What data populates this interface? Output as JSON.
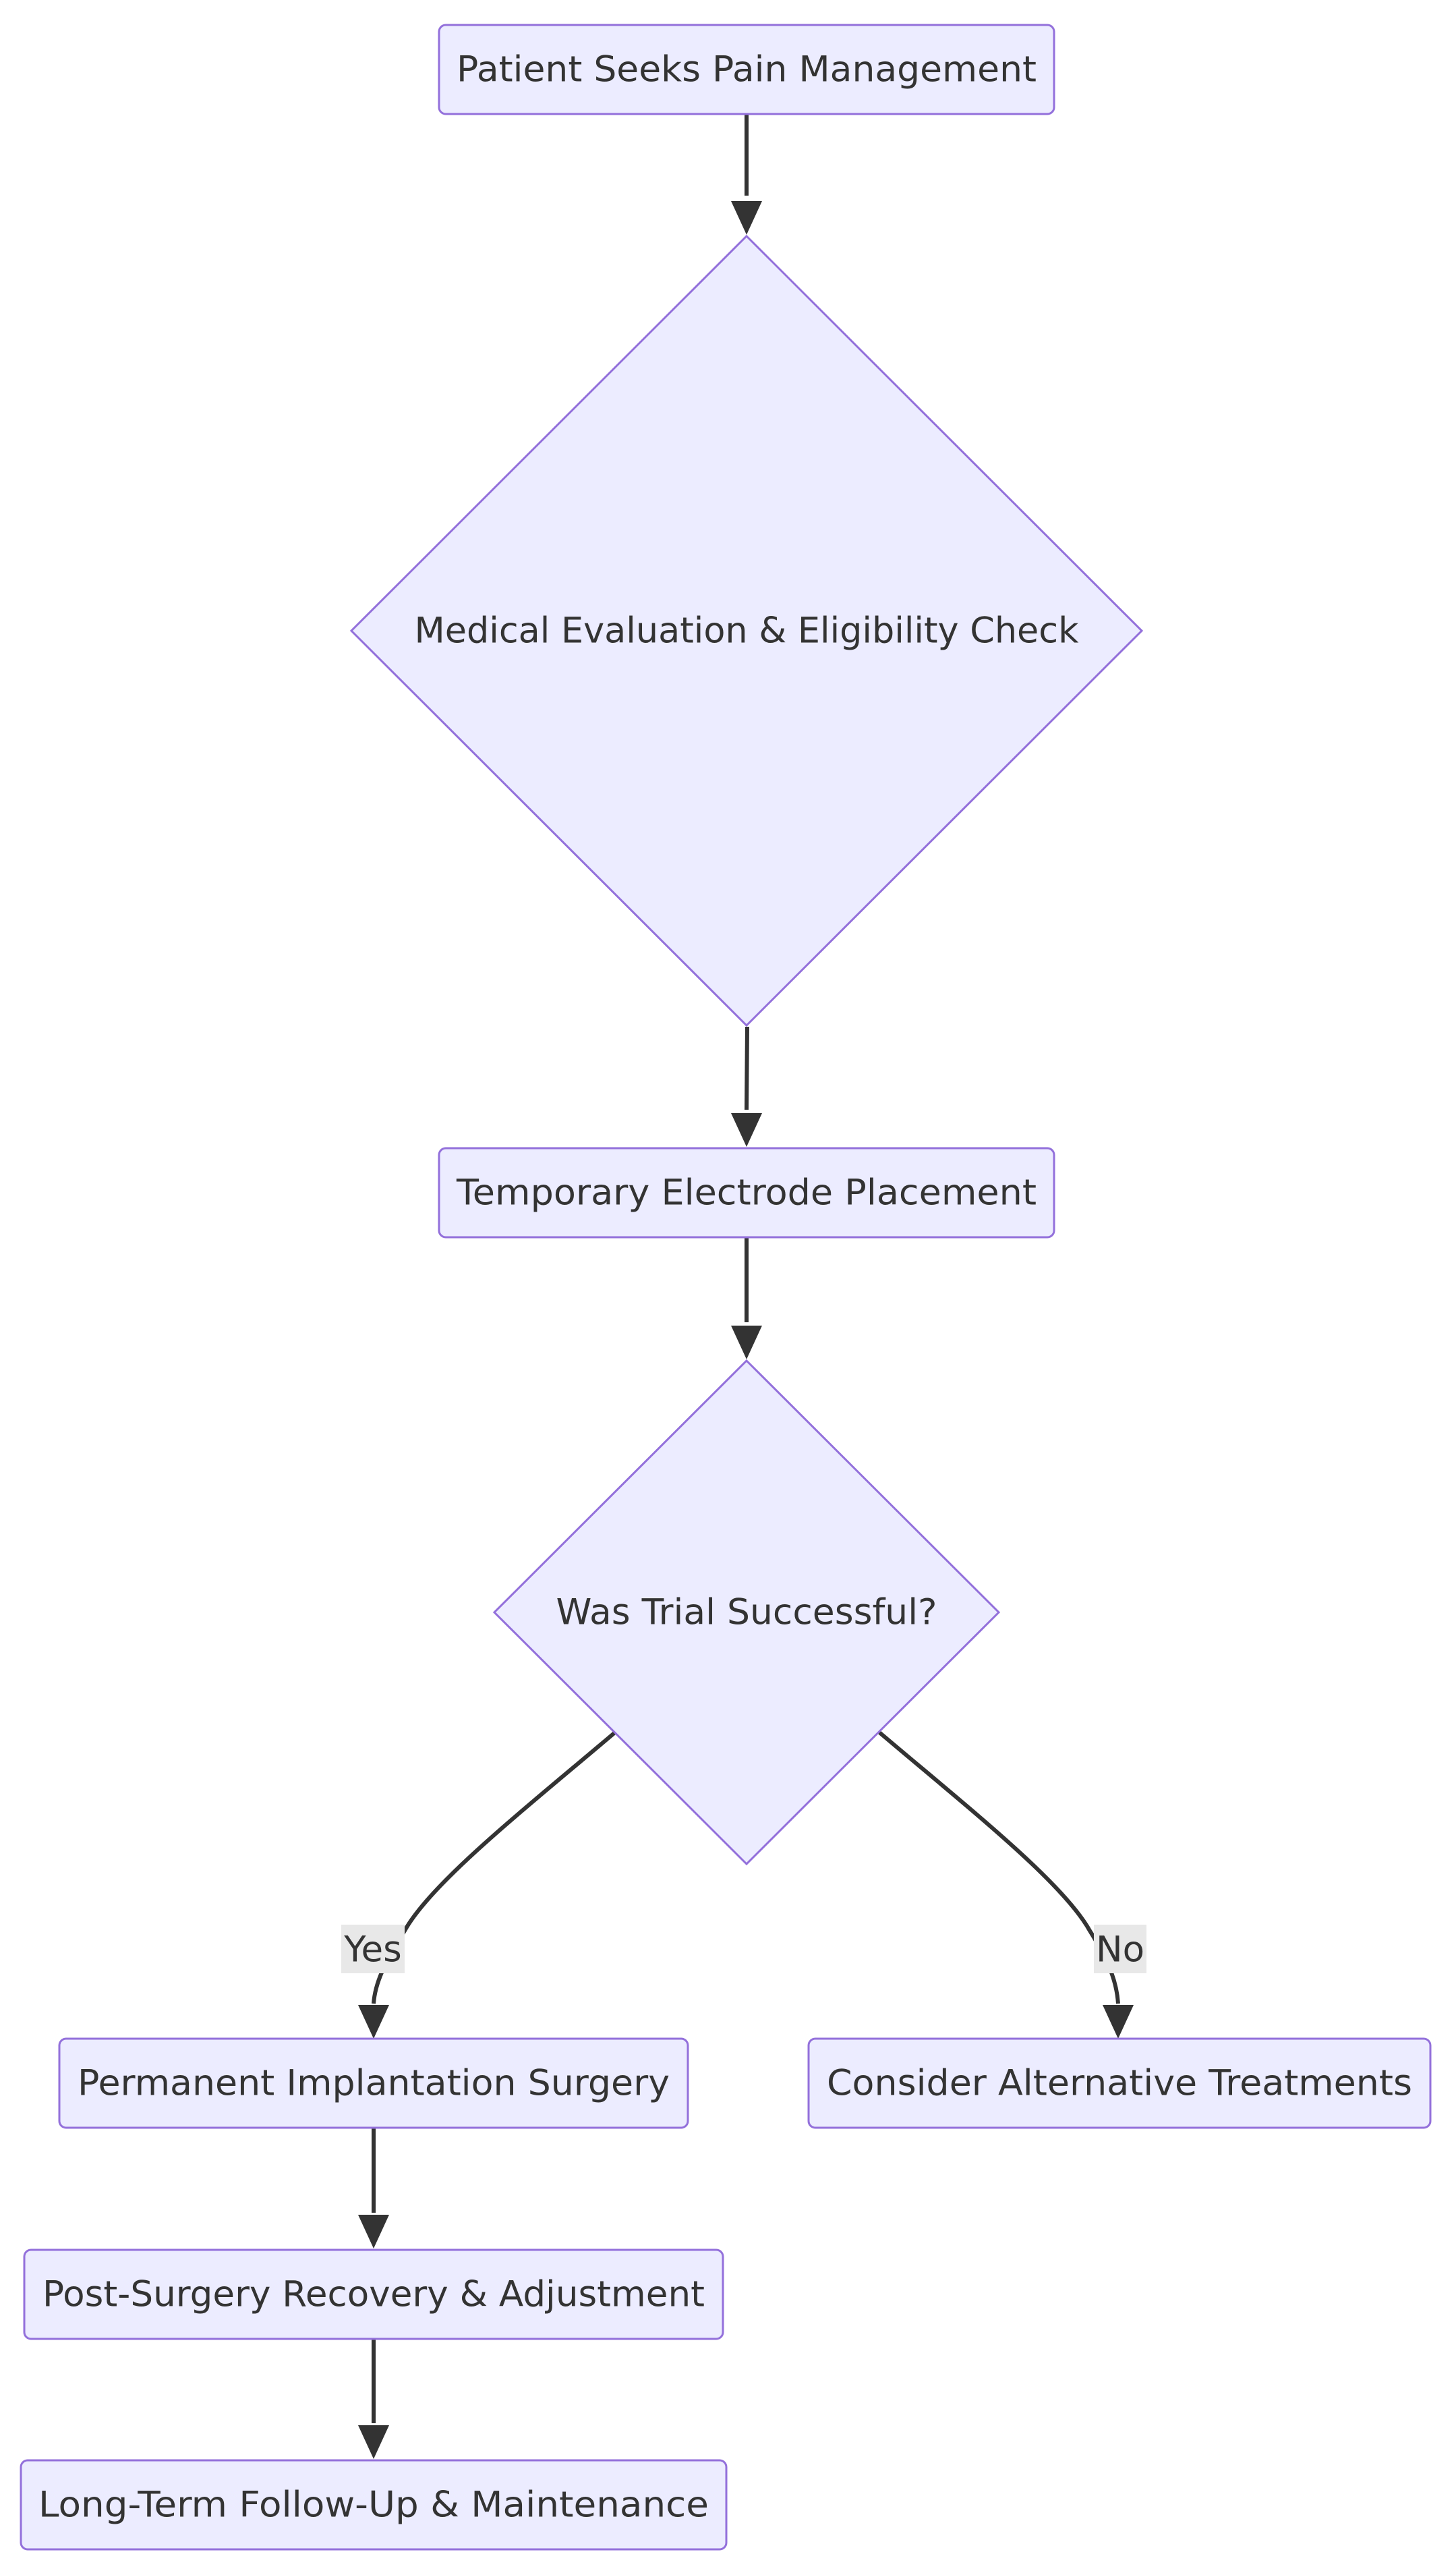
{
  "colors": {
    "node_fill": "#ECECFF",
    "node_stroke": "#9370DB",
    "edge": "#333333",
    "text": "#333333",
    "edge_label_bg": "#E8E8E8"
  },
  "nodes": {
    "start": "Patient Seeks Pain Management",
    "evaluation": "Medical Evaluation & Eligibility Check",
    "temporary": "Temporary Electrode Placement",
    "trial": "Was Trial Successful?",
    "permanent": "Permanent Implantation Surgery",
    "alternative": "Consider Alternative Treatments",
    "recovery": "Post-Surgery Recovery & Adjustment",
    "followup": "Long-Term Follow-Up & Maintenance"
  },
  "edges": {
    "yes_label": "Yes",
    "no_label": "No"
  }
}
